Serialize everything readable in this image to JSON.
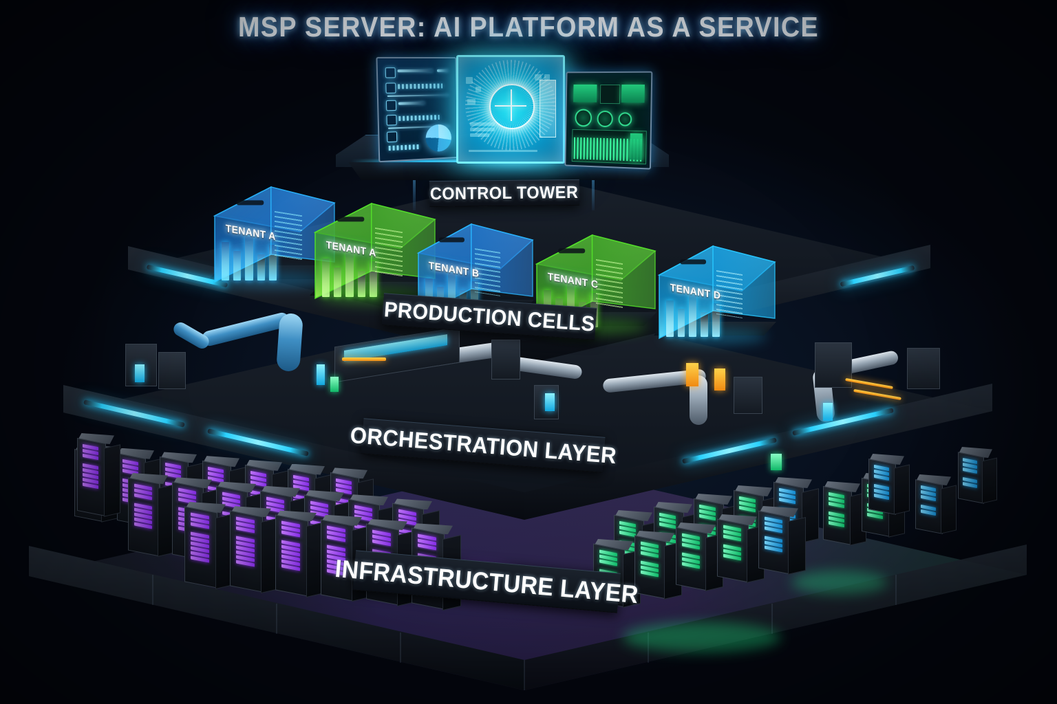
{
  "title": "MSP SERVER: AI PLATFORM AS A SERVICE",
  "colors": {
    "background": "#05070f",
    "accent_cyan": "#2ad2ff",
    "accent_blue": "#1e9bff",
    "accent_green": "#3ce87f",
    "accent_purple": "#a855f7",
    "accent_amber": "#ffb020",
    "label_text": "#ffffff",
    "banner_bg": "#131a23"
  },
  "layers": [
    {
      "id": "control-tower",
      "label": "CONTROL TOWER"
    },
    {
      "id": "production-cells",
      "label": "PRODUCTION CELLS"
    },
    {
      "id": "orchestration-layer",
      "label": "ORCHESTRATION LAYER"
    },
    {
      "id": "infrastructure-layer",
      "label": "INFRASTRUCTURE LAYER"
    }
  ],
  "control_tower": {
    "screens": [
      {
        "id": "screen-left",
        "name": "status-list-panel",
        "theme": "blue",
        "widgets": [
          "list-rows",
          "pie-chart"
        ]
      },
      {
        "id": "screen-center",
        "name": "radar-globe-panel",
        "theme": "cyan",
        "widgets": [
          "radar-target",
          "data-grid",
          "side-meter"
        ]
      },
      {
        "id": "screen-right",
        "name": "analytics-panel",
        "theme": "green",
        "widgets": [
          "dual-preview",
          "gauges",
          "waveform-chart"
        ]
      }
    ]
  },
  "production_cells": {
    "tenants": [
      {
        "label": "TENANT A",
        "color": "blue"
      },
      {
        "label": "TENANT A",
        "color": "green"
      },
      {
        "label": "TENANT B",
        "color": "blue"
      },
      {
        "label": "TENANT C",
        "color": "green"
      },
      {
        "label": "TENANT D",
        "color": "cyan"
      }
    ]
  },
  "infrastructure": {
    "rack_clusters": [
      {
        "name": "compute-racks-purple",
        "color": "purple",
        "count": 18
      },
      {
        "name": "gpu-racks-green",
        "color": "green",
        "count": 12
      }
    ]
  }
}
